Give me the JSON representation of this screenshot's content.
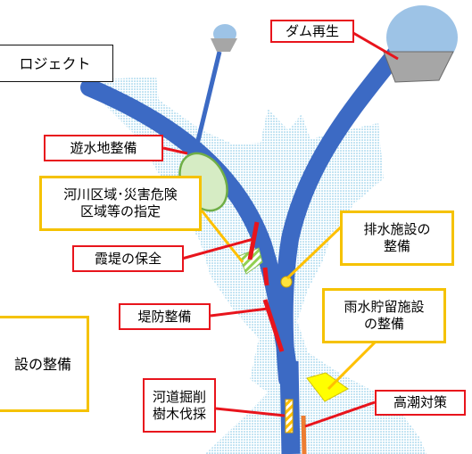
{
  "labels": {
    "project": "ロジェクト",
    "dam": "ダム再生",
    "retarding_basin": "遊水地整備",
    "zone_designation": [
      "河川区域･災害危険",
      "区域等の指定"
    ],
    "drainage_facility": [
      "排水施設の",
      "整備"
    ],
    "kasumi_levee": "霞堤の保全",
    "embankment": "堤防整備",
    "rainwater_storage": [
      "雨水貯留施設",
      "の整備"
    ],
    "facility_left": "設の整備",
    "channel_excavation": [
      "河道掘削",
      "樹木伐採"
    ],
    "storm_surge": "高潮対策"
  },
  "colors": {
    "river": "#3c6ac4",
    "floodplain_dots": "#8ecfe8",
    "dam": "#9dc3e6",
    "dam_body": "#a6a6a6",
    "retarding_basin": "#d6ecc4",
    "red_accent": "#e8141c",
    "yellow_accent": "#f5c200"
  }
}
